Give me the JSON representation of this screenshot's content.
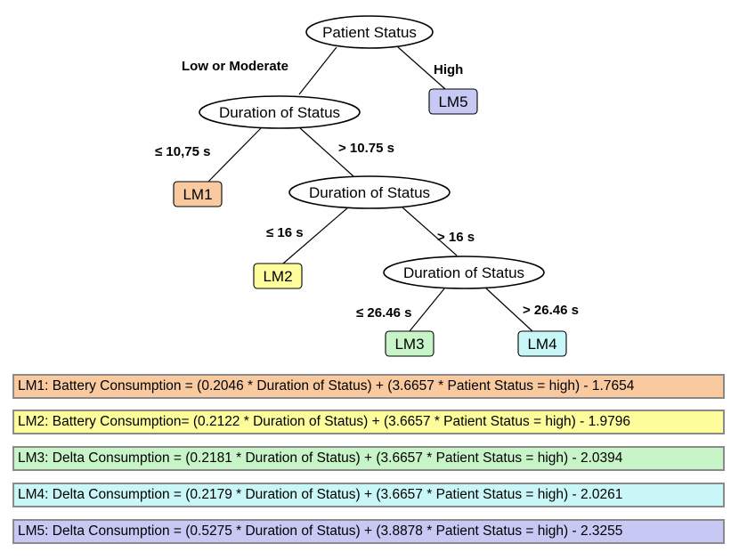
{
  "tree": {
    "nodes": {
      "root": "Patient Status",
      "split1": "Duration of Status",
      "split2": "Duration of Status",
      "split3": "Duration of Status"
    },
    "leaves": {
      "lm1": {
        "label": "LM1",
        "color": "#f9c9a0"
      },
      "lm2": {
        "label": "LM2",
        "color": "#fdfd9c"
      },
      "lm3": {
        "label": "LM3",
        "color": "#c8f5c8"
      },
      "lm4": {
        "label": "LM4",
        "color": "#c9f7f7"
      },
      "lm5": {
        "label": "LM5",
        "color": "#c8c8f5"
      }
    },
    "edges": {
      "root_left": "Low or Moderate",
      "root_right": "High",
      "split1_left": "≤ 10,75 s",
      "split1_right": "> 10.75 s",
      "split2_left": "≤ 16 s",
      "split2_right": "> 16 s",
      "split3_left": "≤ 26.46 s",
      "split3_right": "> 26.46 s"
    }
  },
  "equations": [
    {
      "text": "LM1: Battery Consumption = (0.2046 * Duration of Status) + (3.6657 * Patient Status = high) - 1.7654",
      "color": "#f9c9a0"
    },
    {
      "text": "LM2: Battery Consumption= (0.2122 * Duration of Status) + (3.6657 * Patient Status = high) - 1.9796",
      "color": "#fdfd9c"
    },
    {
      "text": "LM3: Delta Consumption = (0.2181 * Duration of Status) + (3.6657 * Patient Status = high) - 2.0394",
      "color": "#c8f5c8"
    },
    {
      "text": "LM4: Delta Consumption = (0.2179 * Duration of Status) + (3.6657 * Patient Status = high) - 2.0261",
      "color": "#c9f7f7"
    },
    {
      "text": "LM5: Delta Consumption = (0.5275 * Duration of Status) + (3.8878 * Patient Status = high) - 2.3255",
      "color": "#c8c8f5"
    }
  ]
}
